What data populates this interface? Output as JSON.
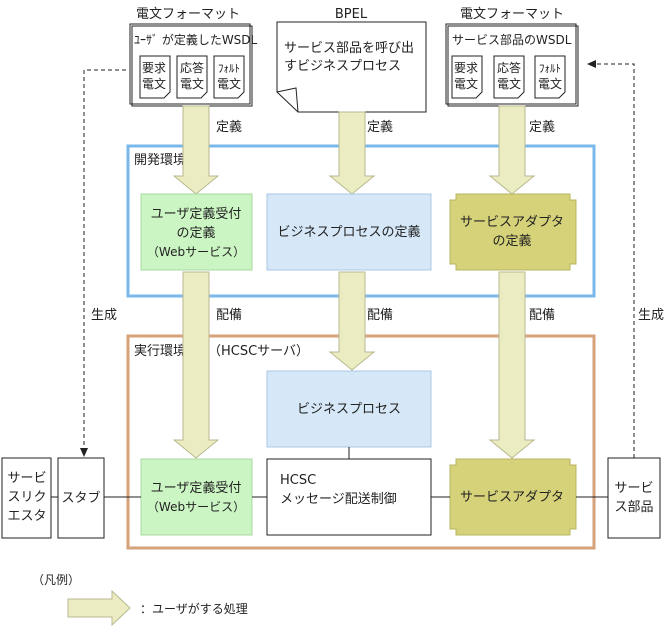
{
  "top": {
    "left_heading": "電文フォーマット",
    "center_heading": "BPEL",
    "right_heading": "電文フォーマット",
    "left_doc": {
      "title": "ﾕｰｻﾞ が定義したWSDL",
      "items": [
        [
          "要求",
          "電文"
        ],
        [
          "応答",
          "電文"
        ],
        [
          "ﾌｫﾙﾄ",
          "電文"
        ]
      ]
    },
    "bpel_doc": {
      "lines": [
        "サービス部品を呼び出",
        "すビジネスプロセス"
      ]
    },
    "right_doc": {
      "title": "サービス部品のWSDL",
      "items": [
        [
          "要求",
          "電文"
        ],
        [
          "応答",
          "電文"
        ],
        [
          "ﾌｫﾙﾄ",
          "電文"
        ]
      ]
    }
  },
  "labels": {
    "define": "定義",
    "deploy": "配備",
    "generate": "生成"
  },
  "dev_env": {
    "title": "開発環境",
    "boxes": {
      "user_def": [
        "ユーザ定義受付",
        "の定義",
        "（Webサービス）"
      ],
      "bp_def": [
        "ビジネスプロセスの定義"
      ],
      "adapter_def": [
        "サービスアダプタ",
        "の定義"
      ]
    }
  },
  "run_env": {
    "title": "実行環境",
    "subtitle": "（HCSCサーバ）",
    "boxes": {
      "bp": [
        "ビジネスプロセス"
      ],
      "user_recv": [
        "ユーザ定義受付",
        "（Webサービス）"
      ],
      "hcsc": [
        "HCSC",
        "メッセージ配送制御"
      ],
      "adapter": [
        "サービスアダプタ"
      ]
    }
  },
  "outside": {
    "requester": [
      "サービ",
      "スリク",
      "エスタ"
    ],
    "stub": [
      "スタブ"
    ],
    "service": [
      "サービ",
      "ス部品"
    ]
  },
  "legend": {
    "title": "（凡例）",
    "text": "：ユーザがする処理"
  },
  "colors": {
    "dev_border": "#7ab8ec",
    "run_border": "#d6a27a",
    "green_box": "#ccf5c4",
    "blue_box": "#d6e8f8",
    "olive_box": "#d6d27a",
    "arrow_fill": "#ececc2"
  }
}
